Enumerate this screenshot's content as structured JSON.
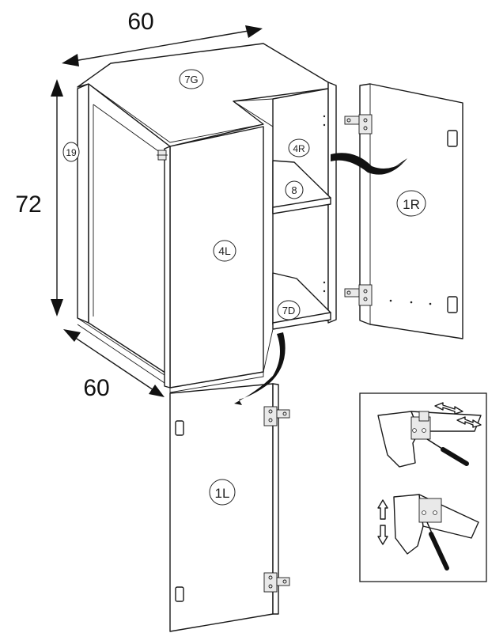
{
  "dimensions": {
    "width": "60",
    "height": "72",
    "depth": "60"
  },
  "part_labels": {
    "top": "7G",
    "side": "19",
    "right_inner_panel": "4R",
    "shelf": "8",
    "left_panel": "4L",
    "bottom": "7D",
    "right_door": "1R",
    "left_door": "1L"
  }
}
